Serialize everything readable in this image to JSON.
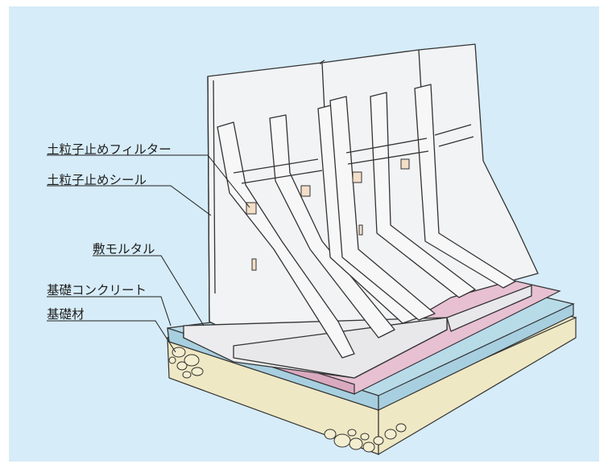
{
  "labels": {
    "filter": "土粒子止めフィルター",
    "seal": "土粒子止めシール",
    "mortar": "敷モルタル",
    "foundation_concrete": "基礎コンクリート",
    "foundation_material": "基礎材"
  },
  "colors": {
    "background": "#d6ecf8",
    "wall": "#f2f3f4",
    "mortar": "#e7c0d2",
    "concrete": "#b8dbe8",
    "base": "#efe8c4",
    "outline": "#333333"
  }
}
